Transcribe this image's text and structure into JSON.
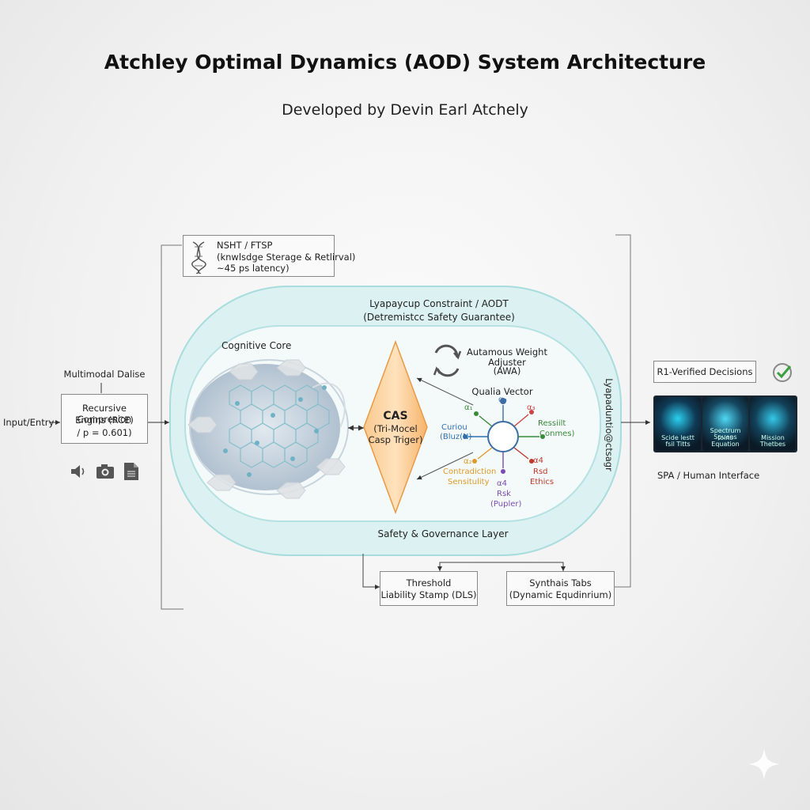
{
  "title": "Atchley Optimal Dynamics (AOD) System Architecture",
  "subtitle": "Developed by Devin Earl Atchely",
  "storage": {
    "line1": "NSHT / FTSP",
    "line2": "(knwlsdge Sterage & Retlirval)",
    "line3": "~45 ps latency)"
  },
  "input": {
    "label": "Input/Entry",
    "multimodal": "Multimodal Dalise",
    "rce_line1": "Recursive Compresion",
    "rce_line2": "Engins (RCE)",
    "rce_line3": "/ p = 0.601)"
  },
  "outer": {
    "line1": "Lyapaycup Constraint / AODT",
    "line2": "(Detremistcc Safety Guarantee)",
    "bottom": "Safety & Governance Layer",
    "side": "Lyapaduntio@ctsagr"
  },
  "core": {
    "label": "Cognitive Core"
  },
  "cas": {
    "title": "CAS",
    "line1": "(Tri-Mocel",
    "line2": "Casp Triger)"
  },
  "awa": {
    "line1": "Autamous Weight",
    "line2": "Adjuster",
    "line3": "(AWA)"
  },
  "qualia": {
    "title": "Qualia Vector",
    "top": "α₀",
    "left_label": "α₁",
    "right_label": "α₃",
    "curiosity_1": "Curiou",
    "curiosity_2": "(Bluz(N)",
    "resilience_1": "Ressiilt",
    "resilience_2": "Conmes)",
    "contradiction_a": "α₂",
    "contradiction_1": "Contradiction",
    "contradiction_2": "Sensitulity",
    "risk_a": "α4",
    "risk_1": "Rsd",
    "risk_2": "Ethics",
    "risk_purple_a": "α4",
    "risk_purple_1": "Rsk",
    "risk_purple_2": "(Pupler)"
  },
  "output": {
    "decisions": "R1-Verified Decisions",
    "spa": "SPA / Human Interface",
    "panels": [
      {
        "line1": "Scide lestt",
        "line2": "fsil Titts"
      },
      {
        "line1": "Spectrum toins",
        "line2": "Spuens Equation"
      },
      {
        "line1": "Mission",
        "line2": "Thetbes"
      }
    ]
  },
  "bottom": {
    "threshold_1": "Threshold",
    "threshold_2": "Liability Stamp (DLS)",
    "synthesis_1": "Synthais Tabs",
    "synthesis_2": "(Dynamic Equdinrium)"
  },
  "colors": {
    "teal": "#9fdcdf",
    "teal_fill": "#e3f4f4",
    "cas": "#f6b46a",
    "dark": "#1a2530"
  }
}
